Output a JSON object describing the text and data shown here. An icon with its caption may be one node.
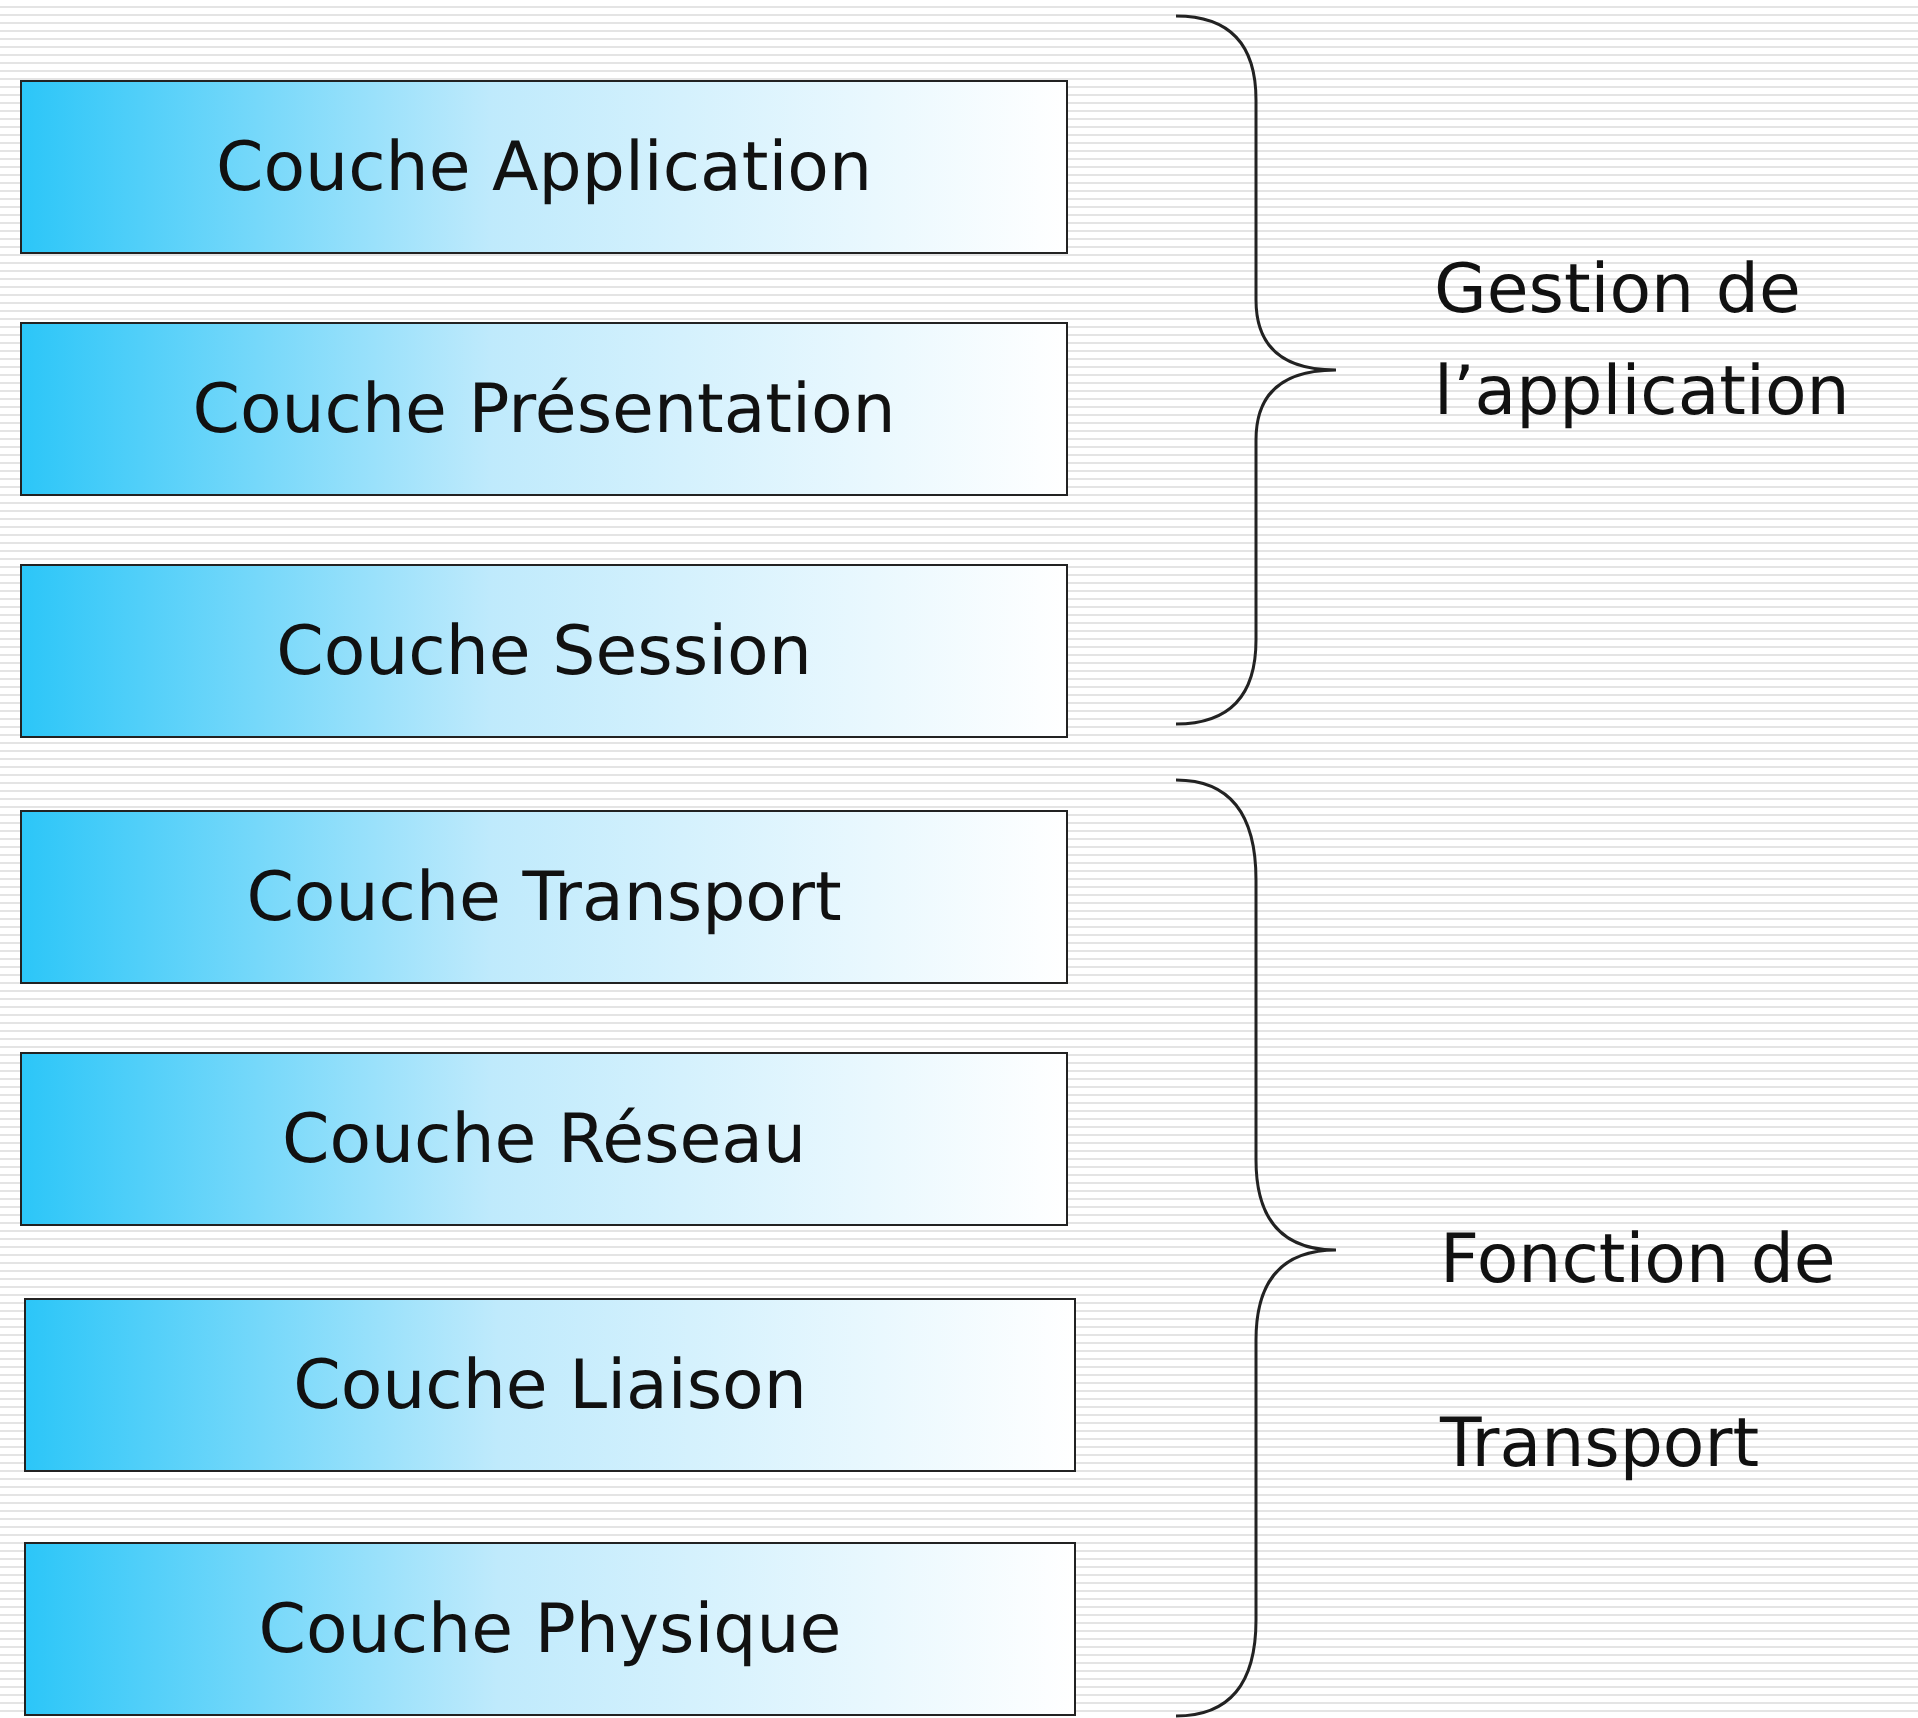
{
  "diagram": {
    "nodes": [
      {
        "text": [
          "Couche Application"
        ]
      },
      {
        "text": [
          "Couche Présentation"
        ]
      },
      {
        "text": [
          "Couche Session"
        ]
      },
      {
        "text": [
          "Couche Transport"
        ]
      },
      {
        "text": [
          "Couche Réseau"
        ]
      },
      {
        "text": [
          "Couche Liaison"
        ]
      },
      {
        "text": [
          "Couche Physique"
        ]
      }
    ],
    "labels": [
      "Gestion de l’application",
      "Fonction de Transport"
    ]
  }
}
